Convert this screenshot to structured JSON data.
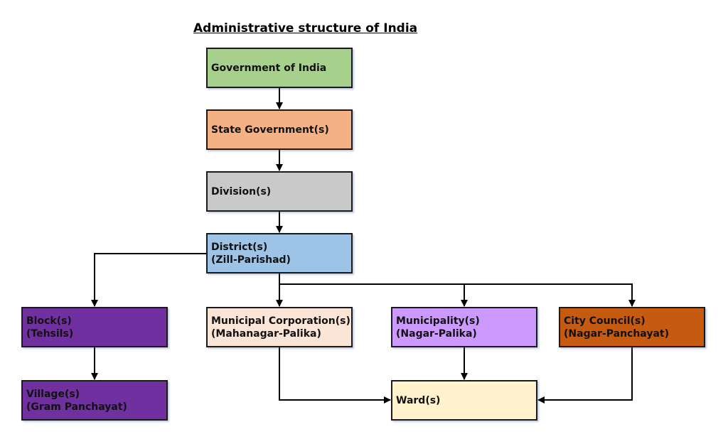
{
  "title": "Administrative structure of India",
  "nodes": {
    "government": {
      "label": "Government of India",
      "color": "#a8d08d"
    },
    "state": {
      "label": "State Government(s)",
      "color": "#f4b183"
    },
    "division": {
      "label": "Division(s)",
      "color": "#c9c9c9"
    },
    "district": {
      "label": "District(s)\n(Zill-Parishad)",
      "color": "#9dc3e6"
    },
    "block": {
      "label": "Block(s)\n(Tehsils)",
      "color": "#7030a0"
    },
    "village": {
      "label": "Village(s)\n(Gram Panchayat)",
      "color": "#7030a0"
    },
    "corporation": {
      "label": "Municipal Corporation(s)\n(Mahanagar-Palika)",
      "color": "#fbe5d6"
    },
    "municipality": {
      "label": "Municipality(s)\n(Nagar-Palika)",
      "color": "#cc99ff"
    },
    "council": {
      "label": "City Council(s)\n(Nagar-Panchayat)",
      "color": "#c55a11"
    },
    "ward": {
      "label": "Ward(s)",
      "color": "#fff2cc"
    }
  },
  "edges": [
    [
      "government",
      "state"
    ],
    [
      "state",
      "division"
    ],
    [
      "division",
      "district"
    ],
    [
      "district",
      "block"
    ],
    [
      "district",
      "corporation"
    ],
    [
      "district",
      "municipality"
    ],
    [
      "district",
      "council"
    ],
    [
      "block",
      "village"
    ],
    [
      "corporation",
      "ward"
    ],
    [
      "municipality",
      "ward"
    ],
    [
      "council",
      "ward"
    ]
  ]
}
